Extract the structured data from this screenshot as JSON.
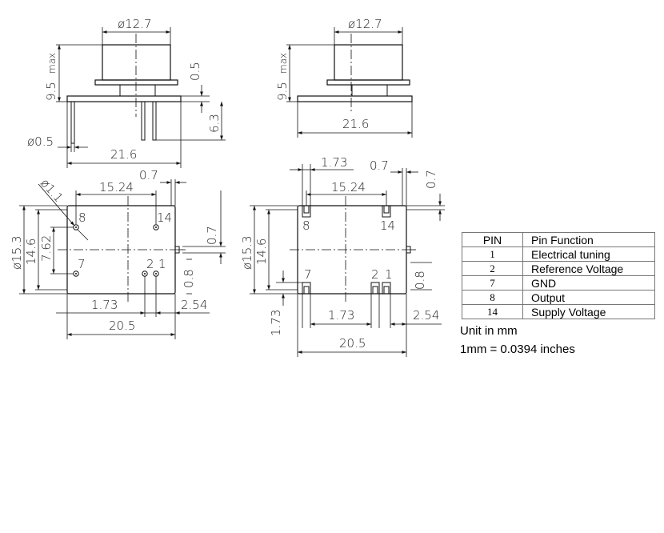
{
  "side_view_left": {
    "dia": "ø12.7",
    "max_label": "max",
    "height": "9.5",
    "base_thk": "0.5",
    "pin_len": "6.3",
    "pin_dia": "ø0.5",
    "width": "21.6"
  },
  "side_view_right": {
    "dia": "ø12.7",
    "max_label": "max",
    "height": "9.5",
    "width": "21.6"
  },
  "top_view_left": {
    "hole": "ø1.1",
    "pin_row": "15.24",
    "offset": "0.7",
    "height_outer": "ø15.3",
    "height_inner": "14.6",
    "pin_col": "7.62",
    "side_tab": "0.7",
    "side_08": "0.8",
    "p12": "1.73",
    "right_margin": "2.54",
    "width": "20.5",
    "pins": [
      "8",
      "14",
      "7",
      "2",
      "1"
    ]
  },
  "top_view_right": {
    "top_173": "1.73",
    "top_07": "0.7",
    "right_07": "0.7",
    "pin_row": "15.24",
    "height_outer": "ø15.3",
    "height_inner": "14.6",
    "side_08": "0.8",
    "left_173": "1.73",
    "p12": "1.73",
    "right_margin": "2.54",
    "width": "20.5",
    "pins": [
      "8",
      "14",
      "7",
      "2",
      "1"
    ]
  },
  "pin_table": {
    "header": [
      "PIN",
      "Pin Function"
    ],
    "rows": [
      {
        "pin": "1",
        "func": "Electrical tuning"
      },
      {
        "pin": "2",
        "func": "Reference Voltage"
      },
      {
        "pin": "7",
        "func": "GND"
      },
      {
        "pin": "8",
        "func": "Output"
      },
      {
        "pin": "14",
        "func": "Supply Voltage"
      }
    ]
  },
  "notes": {
    "unit": "Unit in mm",
    "conversion": "1mm = 0.0394 inches"
  }
}
